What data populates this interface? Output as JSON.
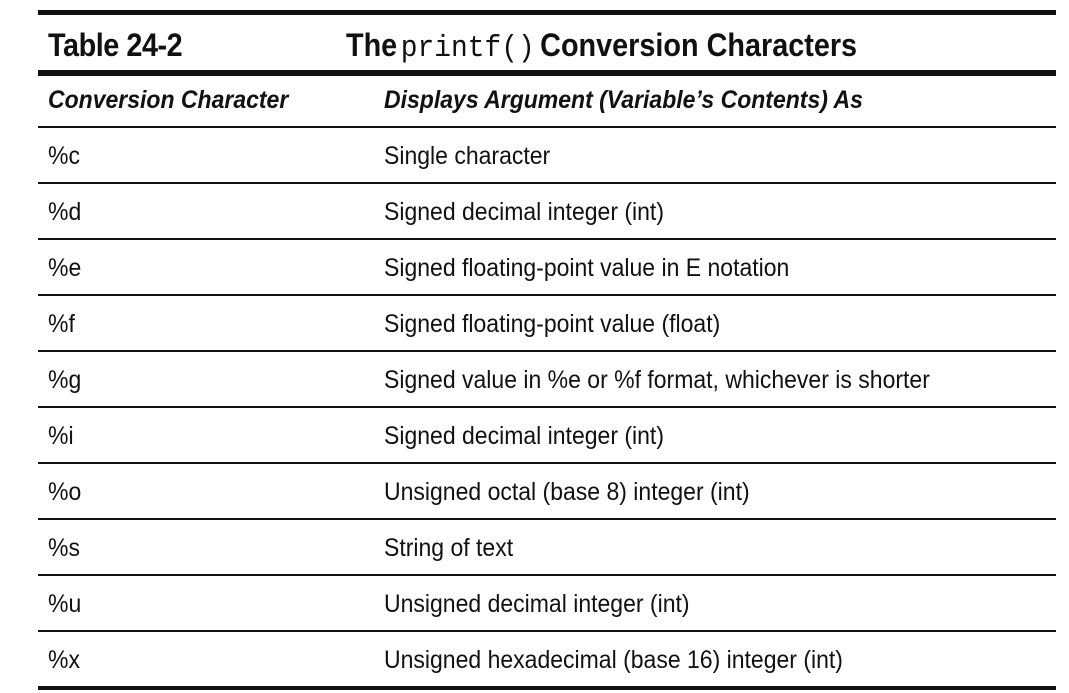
{
  "table": {
    "number": "Table 24-2",
    "title_prefix": "The",
    "title_code": "printf()",
    "title_suffix": "Conversion Characters",
    "headers": [
      "Conversion Character",
      "Displays Argument (Variable’s Contents) As"
    ],
    "rows": [
      {
        "code": "%c",
        "description": "Single character"
      },
      {
        "code": "%d",
        "description": "Signed decimal integer (int)"
      },
      {
        "code": "%e",
        "description": "Signed floating-point value in E notation"
      },
      {
        "code": "%f",
        "description": "Signed floating-point value (float)"
      },
      {
        "code": "%g",
        "description": "Signed value in %e or %f format, whichever is shorter"
      },
      {
        "code": "%i",
        "description": "Signed decimal integer (int)"
      },
      {
        "code": "%o",
        "description": "Unsigned octal (base 8) integer (int)"
      },
      {
        "code": "%s",
        "description": "String of text"
      },
      {
        "code": "%u",
        "description": "Unsigned decimal integer (int)"
      },
      {
        "code": "%x",
        "description": "Unsigned hexadecimal (base 16) integer (int)"
      }
    ]
  }
}
